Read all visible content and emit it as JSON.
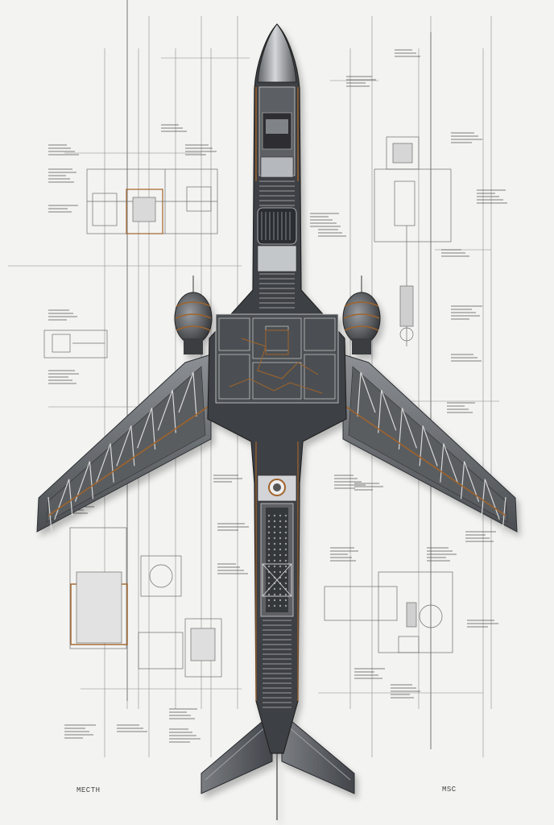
{
  "labels": {
    "bottom_left": "MECTH",
    "bottom_right": "MSC"
  },
  "colors": {
    "paper": "#f3f3f2",
    "line": "#7a7a7a",
    "metal_dark": "#3b3d40",
    "metal_mid": "#6b6e72",
    "metal_light": "#b9bcc0",
    "accent_copper": "#a0642a"
  },
  "diagram": {
    "subject": "aircraft-cutaway-blueprint"
  }
}
